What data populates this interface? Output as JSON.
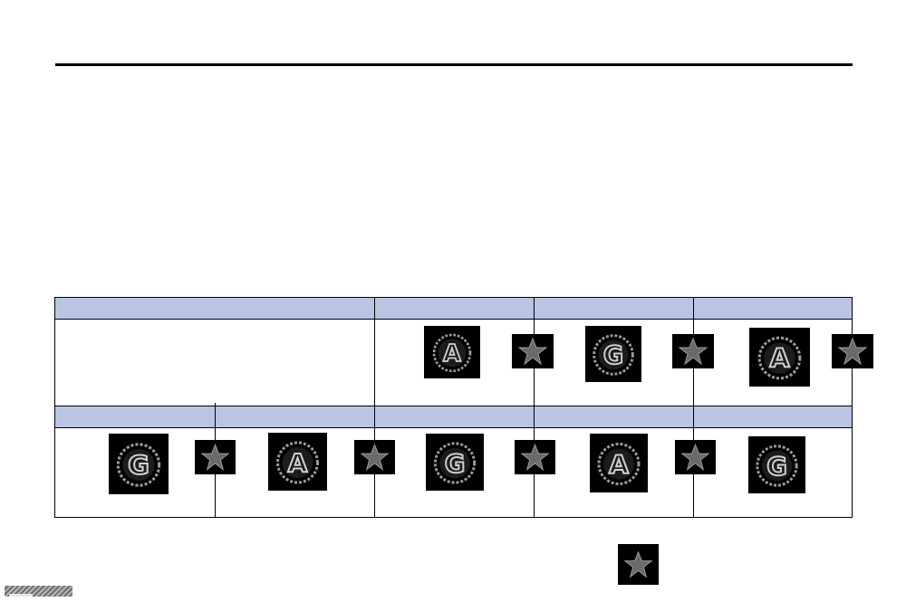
{
  "header": {
    "rule_color": "#000000"
  },
  "table": {
    "header_color": "#bac4e4",
    "row1_tiles": [
      {
        "kind": "emblem",
        "letter": "A",
        "icon": "emblem-a-icon"
      },
      {
        "kind": "star",
        "icon": "star-icon"
      },
      {
        "kind": "emblem",
        "letter": "G",
        "icon": "emblem-g-icon"
      },
      {
        "kind": "star",
        "icon": "star-icon"
      },
      {
        "kind": "emblem",
        "letter": "A",
        "icon": "emblem-a-icon"
      },
      {
        "kind": "star",
        "icon": "star-icon"
      }
    ],
    "row2_tiles": [
      {
        "kind": "emblem",
        "letter": "G",
        "icon": "emblem-g-icon"
      },
      {
        "kind": "star",
        "icon": "star-icon"
      },
      {
        "kind": "emblem",
        "letter": "A",
        "icon": "emblem-a-icon"
      },
      {
        "kind": "star",
        "icon": "star-icon"
      },
      {
        "kind": "emblem",
        "letter": "G",
        "icon": "emblem-g-icon"
      },
      {
        "kind": "star",
        "icon": "star-icon"
      },
      {
        "kind": "emblem",
        "letter": "A",
        "icon": "emblem-a-icon"
      },
      {
        "kind": "star",
        "icon": "star-icon"
      },
      {
        "kind": "emblem",
        "letter": "G",
        "icon": "emblem-g-icon"
      }
    ]
  },
  "footer": {
    "tile": {
      "kind": "star",
      "icon": "star-icon"
    },
    "corner_mark": "hatched-bar-icon"
  }
}
